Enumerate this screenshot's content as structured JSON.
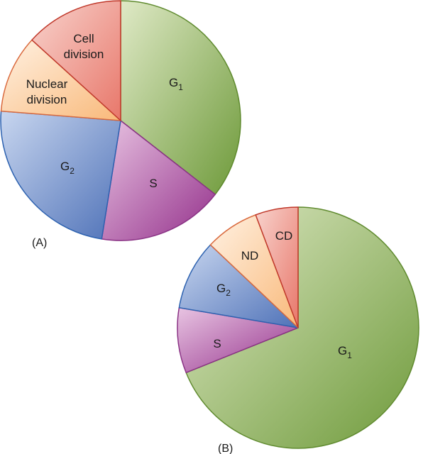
{
  "colors": {
    "g1": [
      "#dfe9c6",
      "#6e9a3a"
    ],
    "s": [
      "#e8c4e2",
      "#94308b"
    ],
    "g2": [
      "#c8d6ef",
      "#4f72b8"
    ],
    "nd": [
      "#fff1e2",
      "#f9b97a"
    ],
    "cd": [
      "#f8d3cd",
      "#e8776a"
    ],
    "stroke": {
      "g1": "#5f8a2e",
      "s": "#8a3385",
      "g2": "#2d62b0",
      "nd": "#d96a3e",
      "cd": "#c0392b"
    }
  },
  "chart_data": [
    {
      "type": "pie",
      "panel_label": "(A)",
      "slices": [
        {
          "key": "g1",
          "label": "G",
          "sub": "1",
          "value": 0.3555
        },
        {
          "key": "s",
          "label": "S",
          "sub": "",
          "value": 0.1698
        },
        {
          "key": "g2",
          "label": "G",
          "sub": "2",
          "value": 0.2373
        },
        {
          "key": "nd",
          "label": "Nuclear division",
          "lines": [
            "Nuclear",
            "division"
          ],
          "sub": "",
          "value": 0.1048
        },
        {
          "key": "cd",
          "label": "Cell division",
          "lines": [
            "Cell",
            "division"
          ],
          "sub": "",
          "value": 0.1326
        }
      ]
    },
    {
      "type": "pie",
      "panel_label": "(B)",
      "slices": [
        {
          "key": "g1",
          "label": "G",
          "sub": "1",
          "value": 0.6893
        },
        {
          "key": "s",
          "label": "S",
          "sub": "",
          "value": 0.0873
        },
        {
          "key": "g2",
          "label": "G",
          "sub": "2",
          "value": 0.094
        },
        {
          "key": "nd",
          "label": "ND",
          "sub": "",
          "value": 0.0722
        },
        {
          "key": "cd",
          "label": "CD",
          "sub": "",
          "value": 0.0572
        }
      ]
    }
  ]
}
